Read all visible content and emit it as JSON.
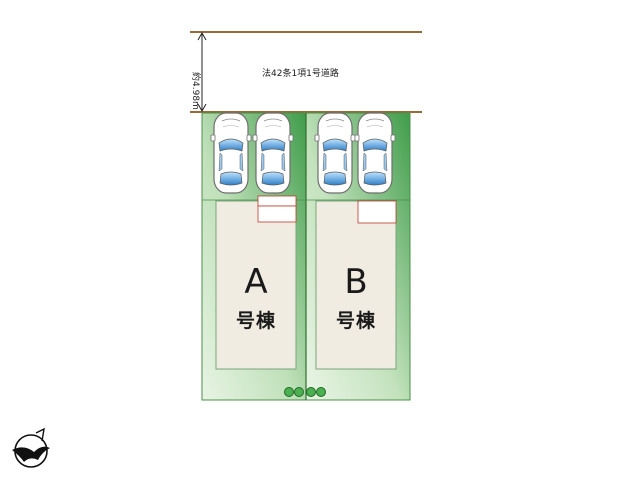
{
  "road": {
    "label": "法42条1項1号道路",
    "width_label": "約4.98m"
  },
  "lots": [
    {
      "letter": "A",
      "name": "号棟"
    },
    {
      "letter": "B",
      "name": "号棟"
    }
  ],
  "colors": {
    "road_line": "#9a6a3a",
    "lot_green": "#3a9a46",
    "lot_green_light": "#e6f3e2",
    "building_fill": "#f1ece2",
    "building_border": "#6b9a6b",
    "car_body": "#ffffff",
    "car_window": "#3d8fd0"
  },
  "icons": [
    "car-icon",
    "north-arrow-icon",
    "planter-circle-icon"
  ]
}
